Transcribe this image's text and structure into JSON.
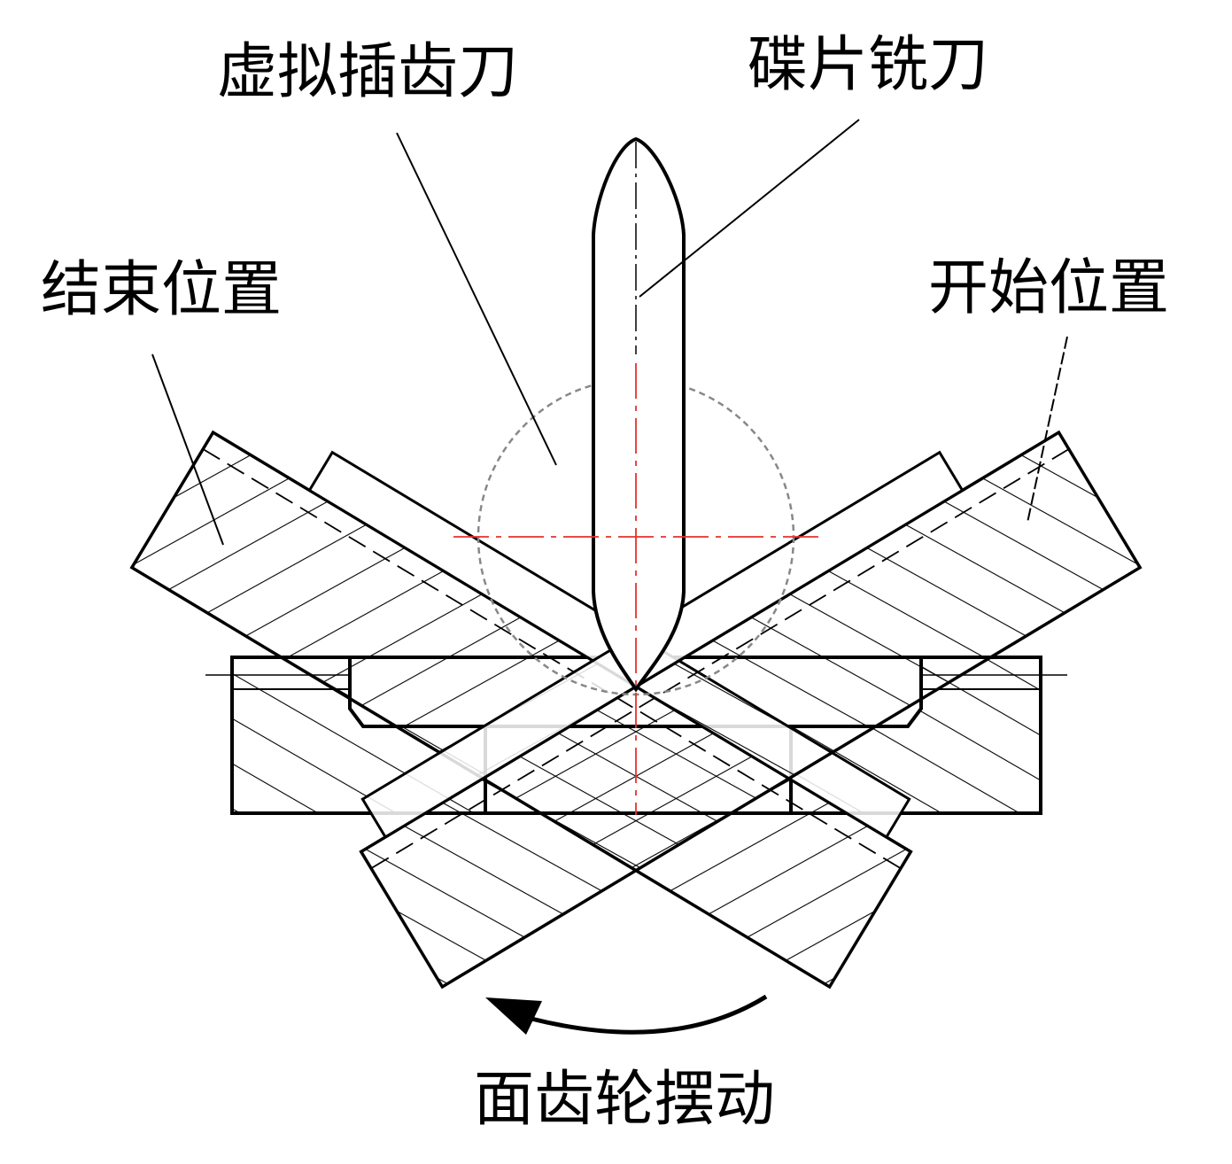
{
  "labels": {
    "virtual_shaper": "虚拟插齿刀",
    "disc_cutter": "碟片铣刀",
    "end_position": "结束位置",
    "start_position": "开始位置",
    "face_gear_swing": "面齿轮摆动"
  },
  "colors": {
    "line": "#000000",
    "centerline": "#e8302a",
    "virtual_circle": "#888888"
  }
}
